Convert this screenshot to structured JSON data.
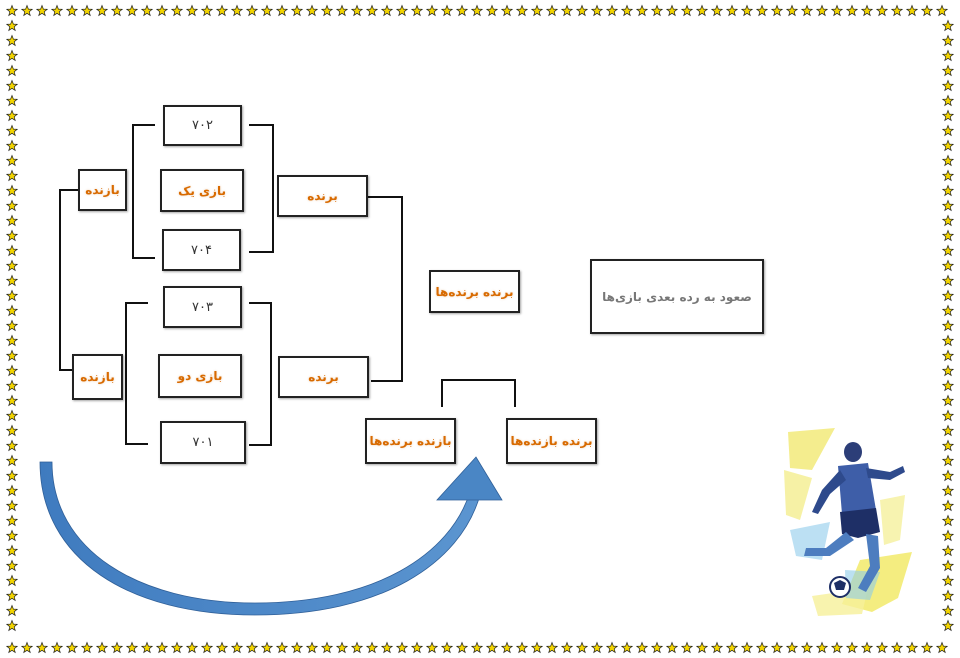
{
  "bracket": {
    "group_one": {
      "team_top": "۷۰۲",
      "game": "بازی یک",
      "team_bottom": "۷۰۴",
      "loser": "بازنده",
      "winner": "برنده"
    },
    "group_two": {
      "team_top": "۷۰۳",
      "game": "بازی دو",
      "team_bottom": "۷۰۱",
      "loser": "بازنده",
      "winner": "برنده"
    },
    "winner_of_winners": "برنده برنده‌ها",
    "loser_of_winners": "بازنده برنده‌ها",
    "winner_of_losers": "برنده بازنده‌ها",
    "advance": "صعود به رده بعدی بازی‌ها"
  },
  "colors": {
    "label_orange": "#d86a00",
    "arrow_blue": "#4a86c5",
    "border_star": "#f2d400"
  },
  "decorations": {
    "border_icon": "star-icon",
    "illustration": "soccer-player"
  }
}
